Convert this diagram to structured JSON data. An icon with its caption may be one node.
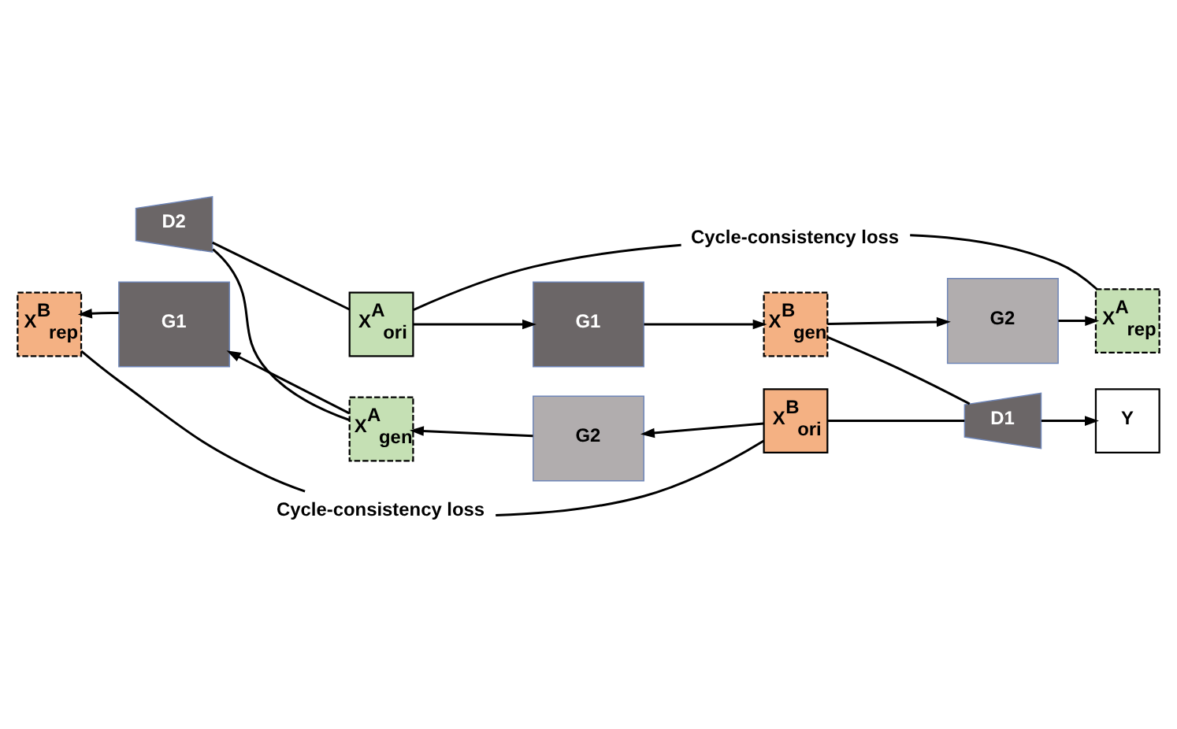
{
  "diagram": {
    "nodes": [
      {
        "text": [
          "Cycle-consistency loss"
        ]
      },
      {
        "text": [
          "X$^{A}$$_{ori}$"
        ]
      },
      {
        "text": [
          "G1"
        ]
      },
      {
        "text": [
          "X$^{B}$$_{gen}$"
        ]
      },
      {
        "text": [
          "G2"
        ]
      },
      {
        "text": [
          "X$^{A}$$_{rep}$"
        ]
      },
      {
        "text": [
          "D2"
        ]
      },
      {
        "text": [
          "D1"
        ]
      },
      {
        "text": [
          "Y"
        ]
      },
      {
        "text": [
          "X$^{B}$$_{rep}$"
        ]
      },
      {
        "text": [
          "G1"
        ]
      },
      {
        "text": [
          "X$^{A}$$_{gen}$"
        ]
      },
      {
        "text": [
          "G2"
        ]
      },
      {
        "text": [
          "X$^{B}$$_{ori}$"
        ]
      },
      {
        "text": [
          "Cycle-consistency loss"
        ]
      }
    ],
    "edges": [
      {
        "from": 1,
        "to": 2,
        "arrow": "to"
      },
      {
        "from": 2,
        "to": 3,
        "arrow": "to"
      },
      {
        "from": 3,
        "to": 4,
        "arrow": "to"
      },
      {
        "from": 4,
        "to": 5,
        "arrow": "to"
      },
      {
        "from": 1,
        "to": 0,
        "arrow": "none"
      },
      {
        "from": 5,
        "to": 0,
        "arrow": "none"
      },
      {
        "from": 1,
        "to": 6,
        "arrow": "none"
      },
      {
        "from": 11,
        "to": 6,
        "arrow": "none"
      },
      {
        "from": 3,
        "to": 7,
        "arrow": "none"
      },
      {
        "from": 13,
        "to": 7,
        "arrow": "none"
      },
      {
        "from": 7,
        "to": 8,
        "arrow": "to"
      },
      {
        "from": 13,
        "to": 12,
        "arrow": "to"
      },
      {
        "from": 12,
        "to": 11,
        "arrow": "to"
      },
      {
        "from": 11,
        "to": 10,
        "arrow": "to"
      },
      {
        "from": 10,
        "to": 9,
        "arrow": "to"
      },
      {
        "from": 9,
        "to": 14,
        "arrow": "none"
      },
      {
        "from": 13,
        "to": 14,
        "arrow": "none"
      }
    ]
  }
}
